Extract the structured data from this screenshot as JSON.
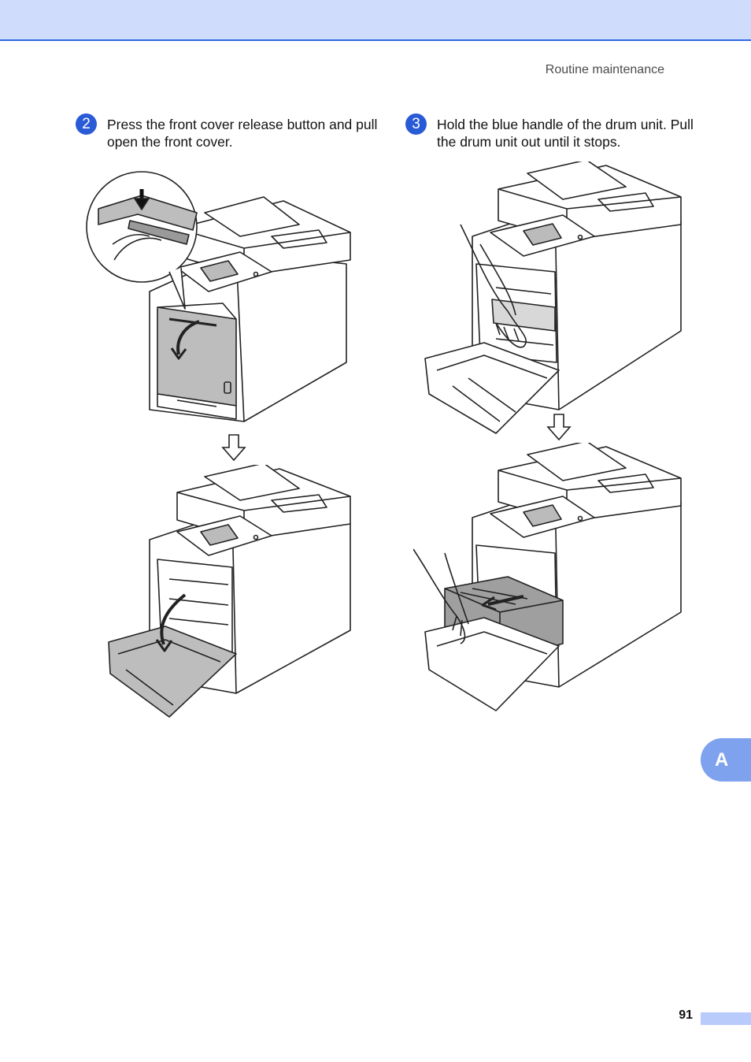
{
  "header": {
    "section_title": "Routine maintenance"
  },
  "steps": [
    {
      "number": "2",
      "text": "Press the front cover release button and pull open the front cover."
    },
    {
      "number": "3",
      "text": "Hold the blue handle of the drum unit. Pull the drum unit out until it stops."
    }
  ],
  "chapter_tab": {
    "label": "A"
  },
  "footer": {
    "page_number": "91"
  },
  "colors": {
    "header_bar": "#cfdcfb",
    "accent_blue": "#2a5bd7",
    "tab_blue": "#7fa2ee"
  }
}
